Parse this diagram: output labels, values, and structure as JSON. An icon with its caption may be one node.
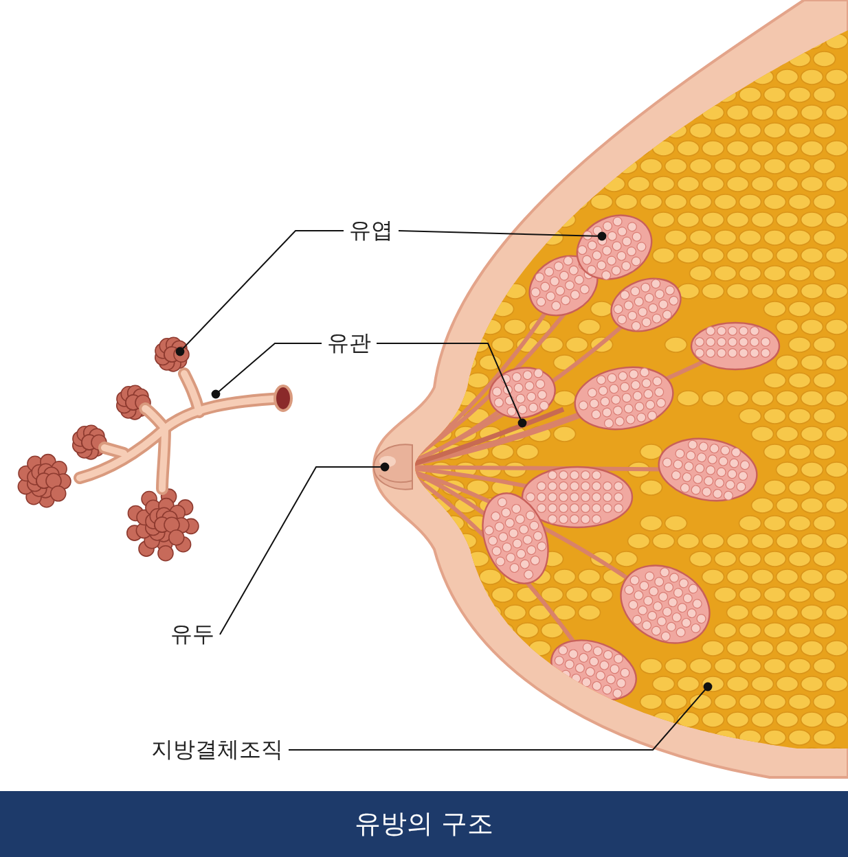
{
  "diagram": {
    "title": "유방의 구조",
    "nodes": [
      {
        "text": [
          "유엽"
        ]
      },
      {
        "text": [
          "유관"
        ]
      },
      {
        "text": [
          "유두"
        ]
      },
      {
        "text": [
          "지방결체조직"
        ]
      },
      {
        "text": [],
        "shape": "picture"
      },
      {
        "text": [],
        "shape": "picture",
        "in": 9
      },
      {
        "text": [],
        "shape": "picture"
      },
      {
        "text": [],
        "shape": "picture",
        "in": 9
      },
      {
        "text": [],
        "shape": "picture"
      },
      {
        "text": [],
        "shape": "picture"
      }
    ],
    "edges": [
      {
        "from": 0,
        "to": 4,
        "arrow": "other"
      },
      {
        "from": 0,
        "to": 5,
        "arrow": "other"
      },
      {
        "from": 1,
        "to": 6,
        "arrow": "other"
      },
      {
        "from": 1,
        "to": 7,
        "arrow": "other"
      },
      {
        "from": 2,
        "to": 8,
        "arrow": "other"
      },
      {
        "from": 3,
        "to": 9,
        "arrow": "other"
      }
    ]
  }
}
